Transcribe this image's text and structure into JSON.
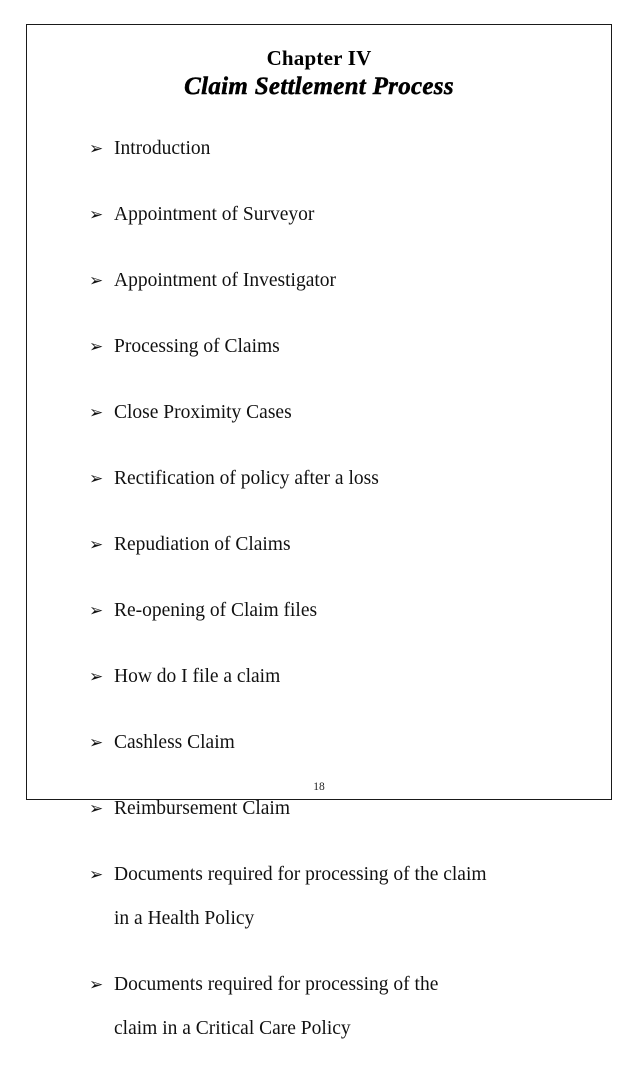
{
  "page": {
    "border_color": "#1a1a1a",
    "background": "#ffffff",
    "page_number": "18"
  },
  "heading": {
    "chapter": "Chapter IV",
    "title": "Claim Settlement Process"
  },
  "bullet_glyph": "➢",
  "contents": [
    {
      "text": "Introduction",
      "justified": false,
      "lines": [
        "Introduction"
      ]
    },
    {
      "text": "Appointment of Surveyor",
      "justified": false,
      "lines": [
        "Appointment of Surveyor"
      ]
    },
    {
      "text": "Appointment of Investigator",
      "justified": false,
      "lines": [
        "Appointment of Investigator"
      ]
    },
    {
      "text": "Processing of Claims",
      "justified": false,
      "lines": [
        "Processing of Claims"
      ]
    },
    {
      "text": "Close Proximity Cases",
      "justified": false,
      "lines": [
        "Close Proximity Cases"
      ]
    },
    {
      "text": "Rectification of policy after a loss",
      "justified": false,
      "lines": [
        "Rectification of policy after a loss"
      ]
    },
    {
      "text": "Repudiation of Claims",
      "justified": false,
      "lines": [
        "Repudiation of Claims"
      ]
    },
    {
      "text": "Re-opening of Claim files",
      "justified": false,
      "lines": [
        "Re-opening of Claim files"
      ]
    },
    {
      "text": "How do I file a claim",
      "justified": false,
      "lines": [
        "How do I file a claim"
      ]
    },
    {
      "text": "Cashless Claim",
      "justified": false,
      "lines": [
        "Cashless Claim"
      ]
    },
    {
      "text": "Reimbursement Claim",
      "justified": false,
      "lines": [
        "Reimbursement Claim"
      ]
    },
    {
      "text": "Documents required for processing of the claim in a Health Policy",
      "justified": false,
      "lines": [
        "Documents required for processing of the claim",
        "in a Health Policy"
      ]
    },
    {
      "text": "Documents required for processing of the claim in a Critical Care Policy",
      "justified": true,
      "lines": [
        "Documents  required  for  processing  of  the",
        "claim in a Critical Care Policy"
      ]
    }
  ]
}
